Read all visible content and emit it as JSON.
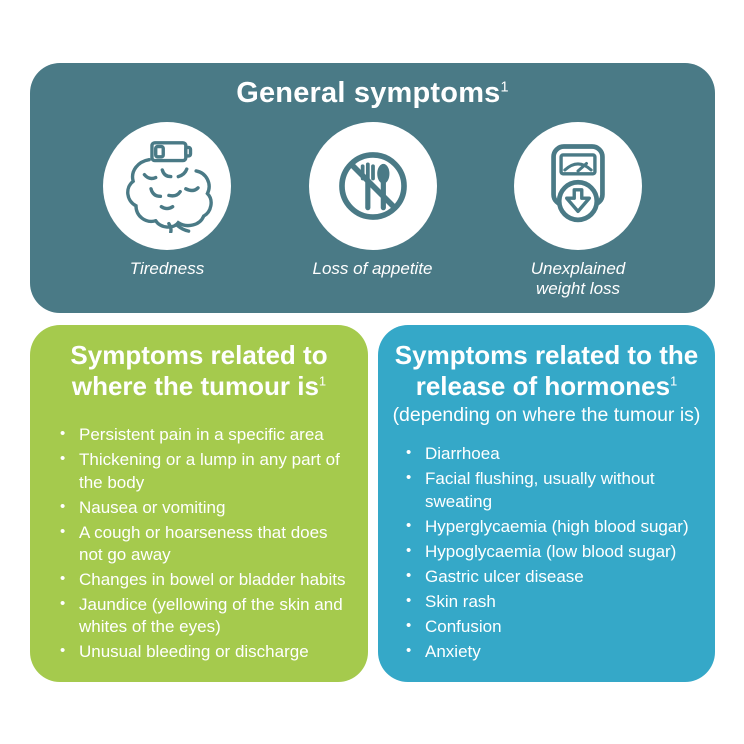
{
  "palette": {
    "teal": "#4A7A86",
    "green": "#A5CA4D",
    "blue": "#35A8C8",
    "text_on_color": "#FFFFFF"
  },
  "general_box": {
    "title": "General symptoms",
    "footnote_marker": "1",
    "items": [
      {
        "icon": "brain-low-battery-icon",
        "label": "Tiredness"
      },
      {
        "icon": "no-food-icon",
        "label": "Loss of appetite"
      },
      {
        "icon": "weight-scale-down-icon",
        "label": "Unexplained weight loss"
      }
    ]
  },
  "tumour_box": {
    "title_line1": "Symptoms related to",
    "title_line2": "where the tumour is",
    "footnote_marker": "1",
    "bullets": [
      "Persistent pain in a specific area",
      "Thickening or a lump in any part of the body",
      "Nausea or vomiting",
      "A cough or hoarseness that does not go away",
      "Changes in bowel or bladder habits",
      "Jaundice (yellowing of the skin and whites of the eyes)",
      "Unusual bleeding or discharge"
    ]
  },
  "hormones_box": {
    "title_line1": "Symptoms related to the",
    "title_line2": "release of hormones",
    "footnote_marker": "1",
    "subtitle": "(depending on where the tumour is)",
    "bullets": [
      "Diarrhoea",
      "Facial flushing, usually without sweating",
      "Hyperglycaemia (high blood sugar)",
      "Hypoglycaemia (low blood sugar)",
      "Gastric ulcer disease",
      "Skin rash",
      "Confusion",
      "Anxiety"
    ]
  }
}
